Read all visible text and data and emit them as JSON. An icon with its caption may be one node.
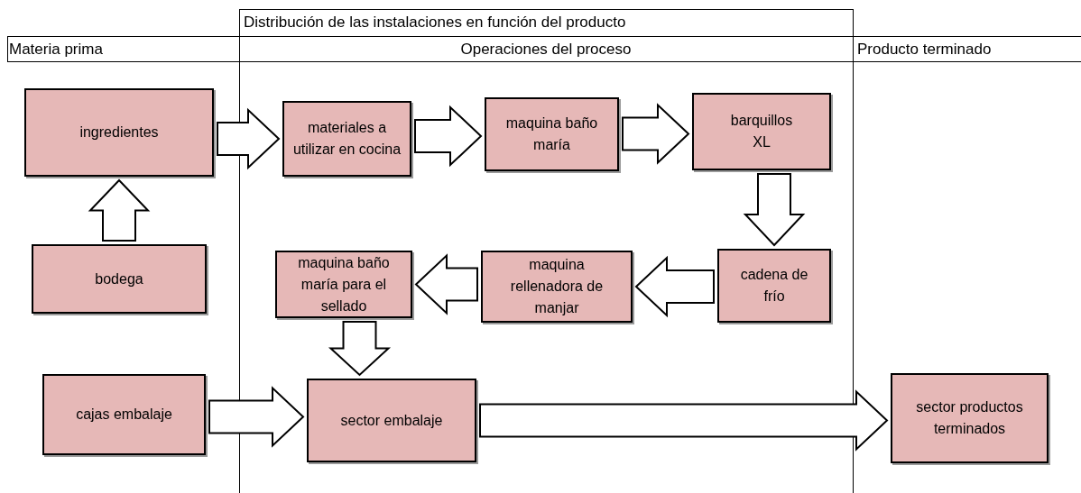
{
  "diagram": {
    "title": "Distribución de las instalaciones en función del producto",
    "nodes": [
      {
        "text": [
          "ingredientes"
        ]
      },
      {
        "text": [
          "materiales a utilizar en cocina"
        ]
      },
      {
        "text": [
          "maquina baño maría"
        ]
      },
      {
        "text": [
          "barquillos XL"
        ]
      },
      {
        "text": [
          "bodega"
        ]
      },
      {
        "text": [
          "maquina baño maría para el sellado"
        ]
      },
      {
        "text": [
          "maquina rellenadora de manjar"
        ]
      },
      {
        "text": [
          "cadena de frío"
        ]
      },
      {
        "text": [
          "cajas embalaje"
        ]
      },
      {
        "text": [
          "sector embalaje"
        ]
      },
      {
        "text": [
          "sector productos terminados"
        ]
      }
    ],
    "edges": [
      {
        "from": 4,
        "to": 0,
        "arrow": "to"
      },
      {
        "from": 0,
        "to": 1,
        "arrow": "to"
      },
      {
        "from": 1,
        "to": 2,
        "arrow": "to"
      },
      {
        "from": 2,
        "to": 3,
        "arrow": "to"
      },
      {
        "from": 3,
        "to": 7,
        "arrow": "to"
      },
      {
        "from": 7,
        "to": 6,
        "arrow": "to"
      },
      {
        "from": 6,
        "to": 5,
        "arrow": "to"
      },
      {
        "from": 5,
        "to": 9,
        "arrow": "to"
      },
      {
        "from": 8,
        "to": 9,
        "arrow": "to"
      },
      {
        "from": 9,
        "to": 10,
        "arrow": "to"
      }
    ],
    "labels": [
      "Materia prima",
      "Operaciones del proceso",
      "Producto terminado"
    ]
  }
}
